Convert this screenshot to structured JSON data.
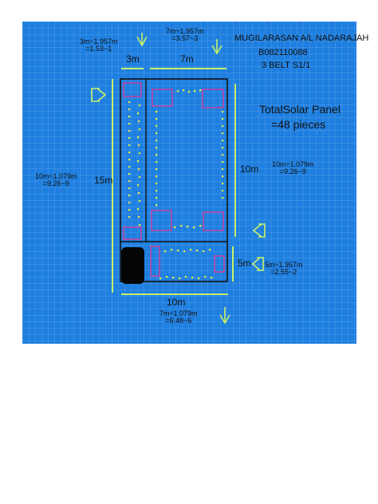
{
  "header": {
    "name": "MUGILARASAN A/L NADARAJAH",
    "id": "B082110088",
    "section": "3 BELT S1/1"
  },
  "panel_note": {
    "title": "TotalSolar Panel",
    "count": "=48 pieces"
  },
  "dimensions": {
    "top_left_width": "3m",
    "top_right_width": "7m",
    "left_height": "15m",
    "right_height": "10m",
    "lower_right_height": "5m",
    "bottom_width": "10m"
  },
  "calculations": {
    "calc_3m_line1": "3m÷1.957m",
    "calc_3m_line2": "=1.53~1",
    "calc_7m_line1": "7m÷1.957m",
    "calc_7m_line2": "=3.57~3",
    "calc_left_line1": "10m÷1.079m",
    "calc_left_line2": "=9.26~9",
    "calc_right_line1": "10m÷1.079m",
    "calc_right_line2": "=9.26~9",
    "calc_5m_line1": "5m÷1.957m",
    "calc_5m_line2": "=2.55~2",
    "calc_bottom_line1": "7m÷1.079m",
    "calc_bottom_line2": "=6.48~6"
  },
  "colors": {
    "background": "#1e7fe0",
    "outline": "#111111",
    "panel_dots": "#e8f23a",
    "boxes": "#d23c9c",
    "guide_lines": "#c8f06a",
    "arrows": "#c8f06a",
    "shaded_block": "#050505"
  }
}
